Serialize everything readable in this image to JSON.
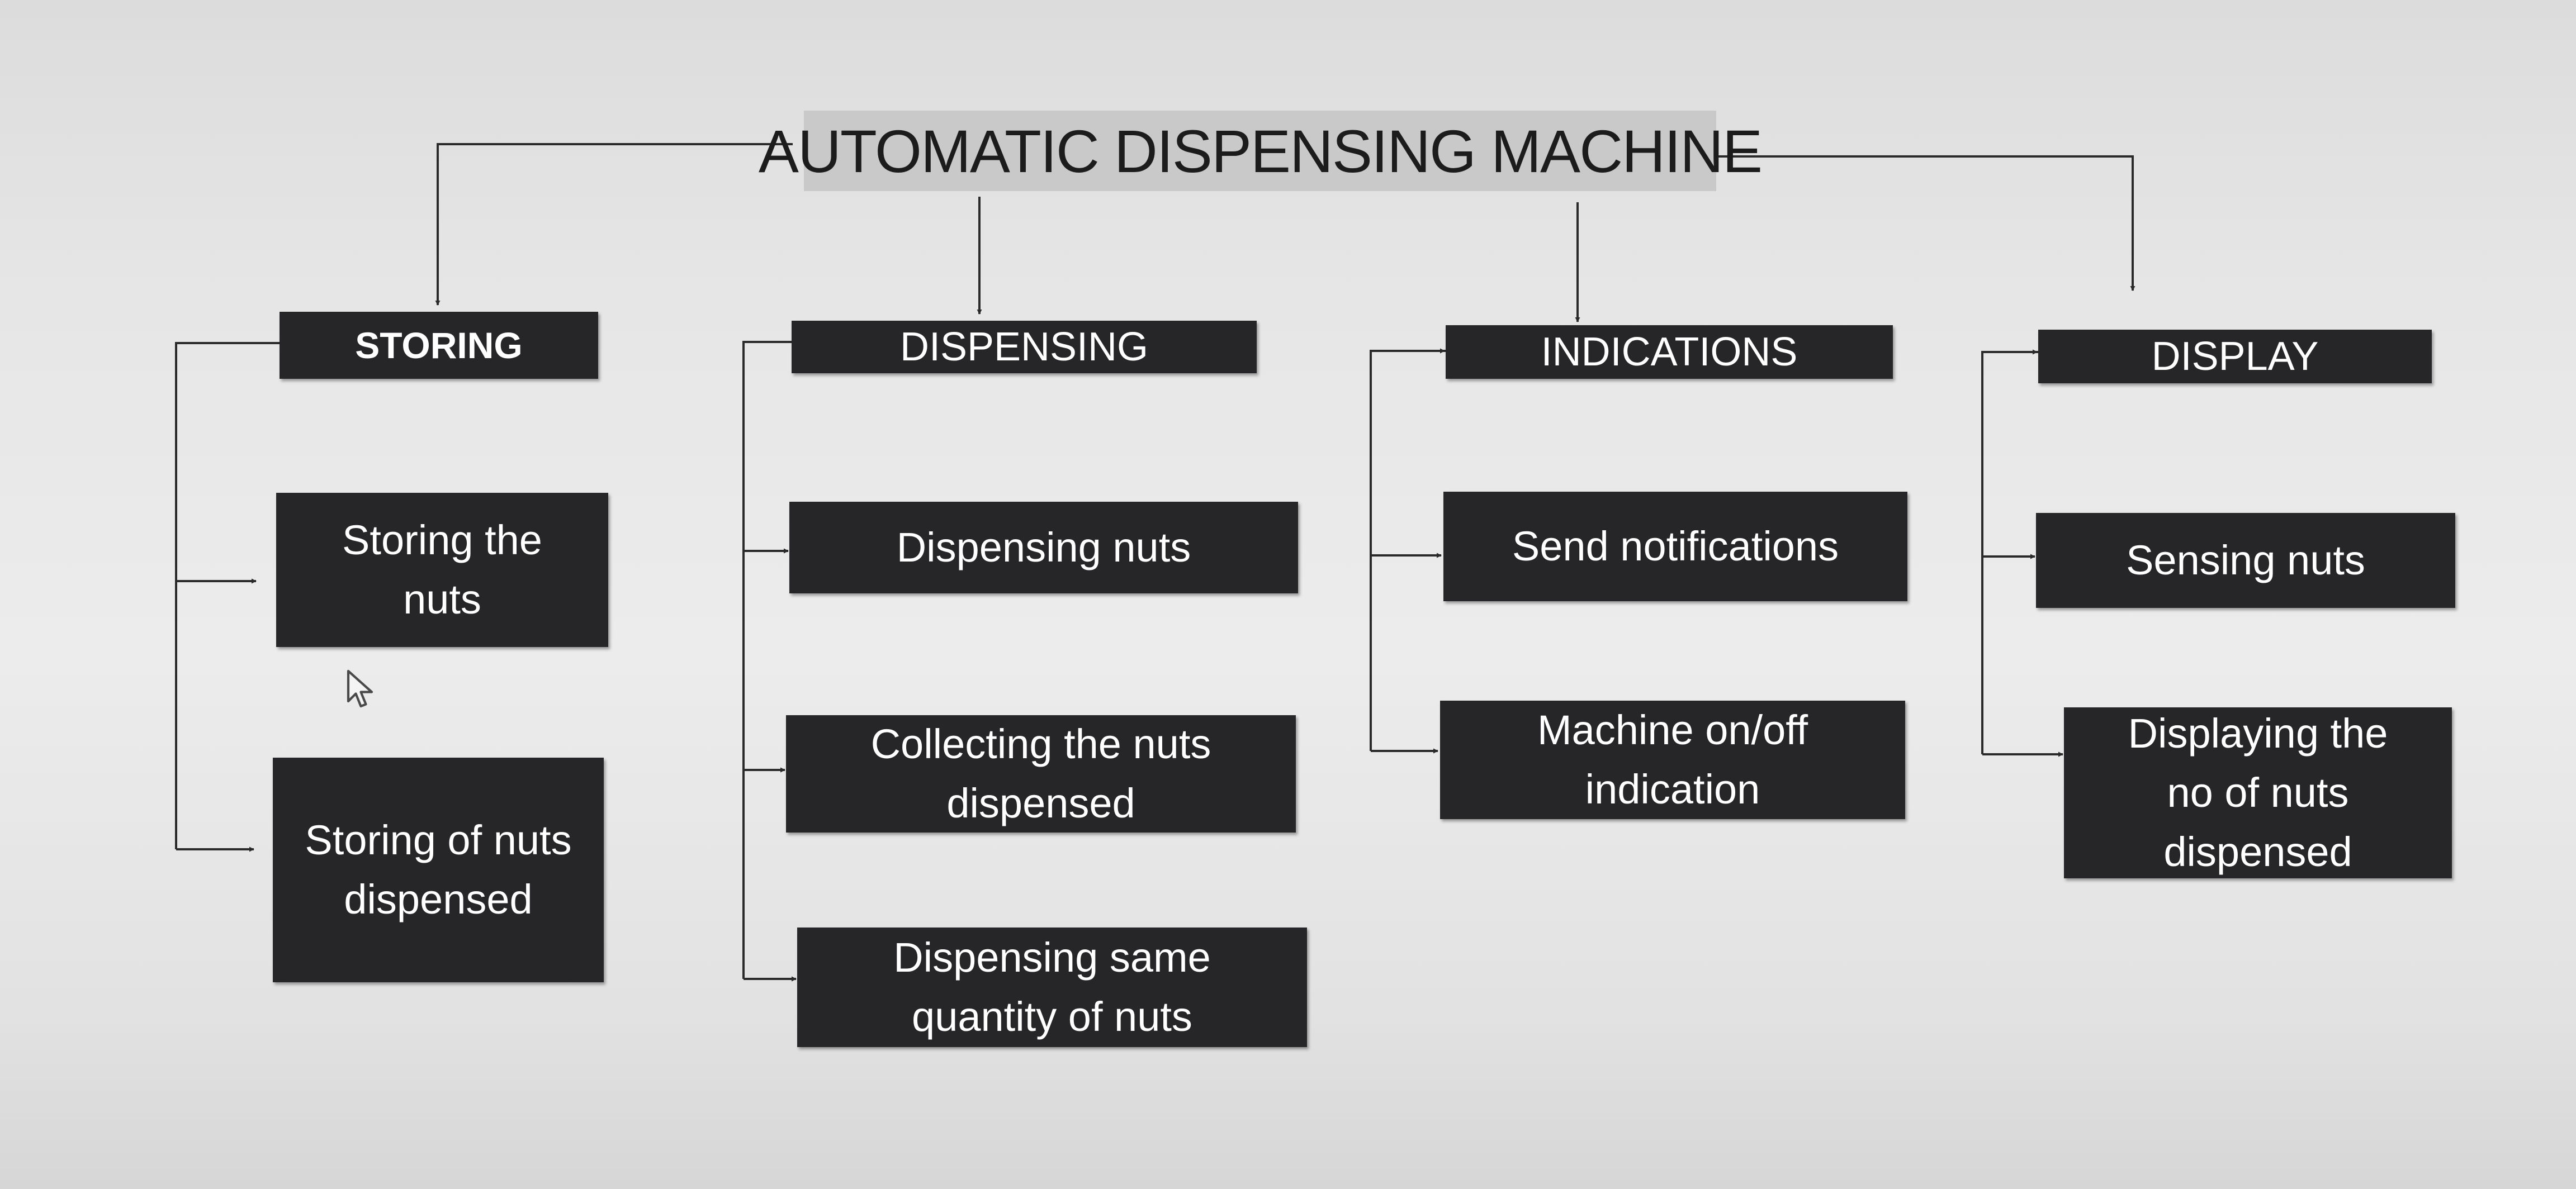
{
  "diagram": {
    "title": "AUTOMATIC DISPENSING MACHINE",
    "categories": [
      {
        "label": "STORING",
        "items": [
          "Storing the\nnuts",
          "Storing of nuts\ndispensed"
        ]
      },
      {
        "label": "DISPENSING",
        "items": [
          "Dispensing nuts",
          "Collecting the nuts\ndispensed",
          "Dispensing same\nquantity of nuts"
        ]
      },
      {
        "label": "INDICATIONS",
        "items": [
          "Send notifications",
          "Machine on/off\nindication"
        ]
      },
      {
        "label": "DISPLAY",
        "items": [
          "Sensing nuts",
          "Displaying the\nno of nuts\ndispensed"
        ]
      }
    ]
  },
  "colors": {
    "box_fill": "#262528",
    "box_text": "#ffffff",
    "title_fill": "#c9c9c9",
    "connector": "#2a2a2a"
  }
}
